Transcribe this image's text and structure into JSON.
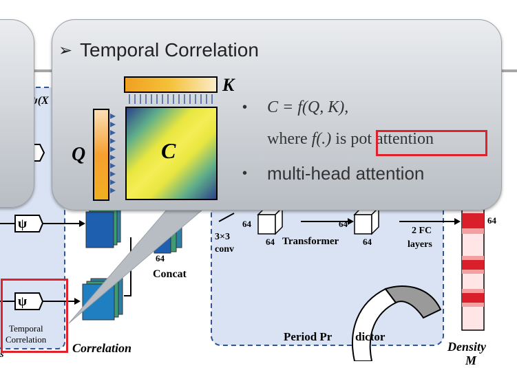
{
  "callout": {
    "title": "Temporal Correlation",
    "bullet_marker": "•",
    "arrow_marker": "➢",
    "formula": "C = f(Q, K),",
    "where_text": "where ",
    "fdot_text": "f(.)",
    "is_text": " is ",
    "highlight_text": "pot attention",
    "bullet2": "multi-head attention",
    "label_q": "Q",
    "label_k": "K",
    "label_c": "C"
  },
  "diagram": {
    "psi_symbol": "ψ",
    "psi_partial": "ψ(X",
    "dim_64": "64",
    "conv_label": "3×3",
    "conv_label2": "conv",
    "transformer_label": "Transformer",
    "fc_label1": "2 FC",
    "fc_label2": "layers",
    "concat_label": "Concat",
    "temporal_label1": "Temporal",
    "temporal_label2": "Correlation",
    "correlation_label": "Correlation",
    "period_label_a": "Period Pr",
    "period_label_b": "dictor",
    "density_label": "Density",
    "density_label2": "M",
    "bottom_left_fragment": "s"
  },
  "colors": {
    "highlight": "#e0202a",
    "dashed_border": "#2f5597",
    "panel_fill": "#dae3f3"
  }
}
